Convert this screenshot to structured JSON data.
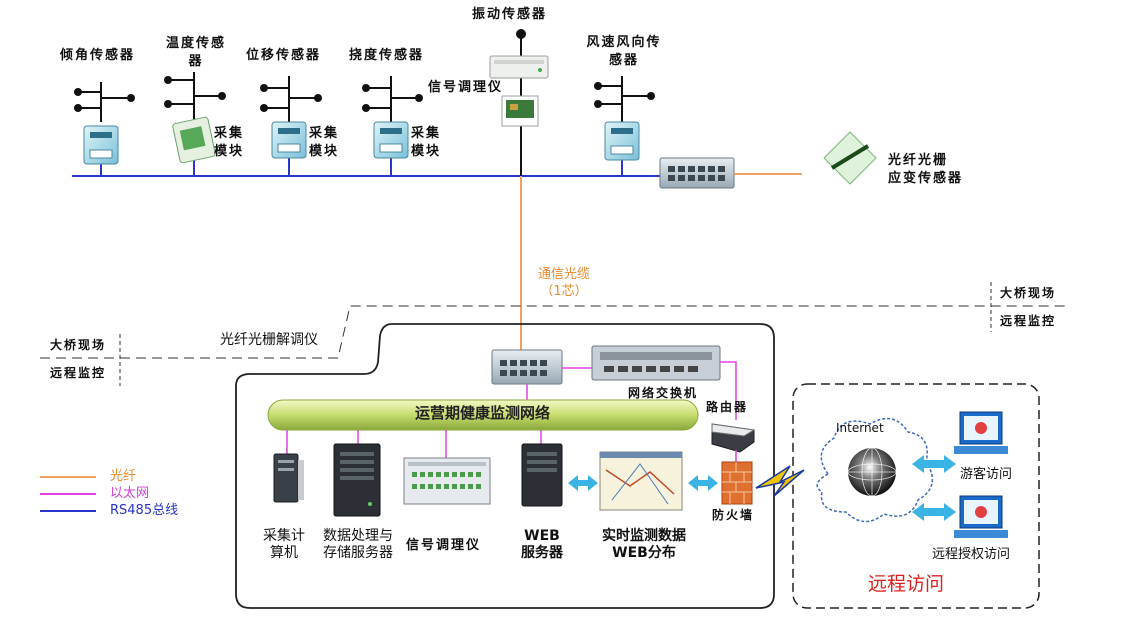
{
  "sensors": {
    "tilt": "倾角传感器",
    "temperature_line1": "温度传感",
    "temperature_line2": "器",
    "displacement": "位移传感器",
    "deflection": "挠度传感器",
    "vibration": "振动传感器",
    "wind_line1": "风速风向传",
    "wind_line2": "感器",
    "fbg_line1": "光纤光栅",
    "fbg_line2": "应变传感器"
  },
  "modules": {
    "acq_line1": "采集",
    "acq_line2": "模块",
    "signal_conditioner_top": "信号调理仪"
  },
  "cable": {
    "line1": "通信光缆",
    "line2": "（1芯）"
  },
  "zones": {
    "bridge_site": "大桥现场",
    "remote_monitor": "远程监控",
    "demodulator": "光纤光栅解调仪",
    "remote_access": "远程访问"
  },
  "network": {
    "bus_label": "运营期健康监测网络",
    "switch": "网络交换机",
    "router": "路由器",
    "firewall": "防火墙",
    "internet": "Internet",
    "visitor": "游客访问",
    "authorized": "远程授权访问"
  },
  "devices": {
    "acq_pc_line1": "采集计",
    "acq_pc_line2": "算机",
    "data_server_line1": "数据处理与",
    "data_server_line2": "存储服务器",
    "signal_conditioner": "信号调理仪",
    "web_server_line1": "WEB",
    "web_server_line2": "服务器",
    "realtime_line1": "实时监测数据",
    "realtime_line2": "WEB分布"
  },
  "legend": {
    "fiber": "光纤",
    "ethernet": "以太网",
    "rs485": "RS485总线"
  },
  "colors": {
    "fiber": "#f0a060",
    "ethernet": "#e040e0",
    "rs485": "#2a35d0",
    "network_bar": "#c8e07a",
    "remote_text": "#e02020"
  }
}
